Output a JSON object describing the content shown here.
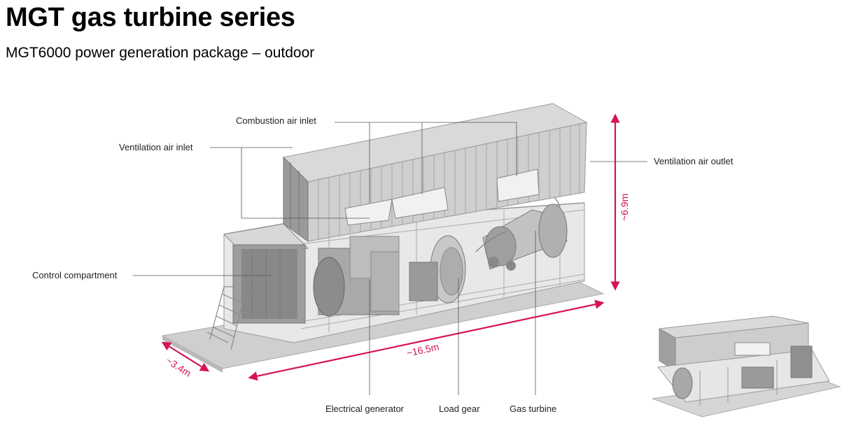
{
  "header": {
    "title": "MGT gas turbine series",
    "subtitle": "MGT6000 power generation package – outdoor"
  },
  "labels": {
    "combustion_air_inlet": "Combustion air inlet",
    "ventilation_air_inlet": "Ventilation air inlet",
    "ventilation_air_outlet": "Ventilation air outlet",
    "control_compartment": "Control compartment",
    "electrical_generator": "Electrical generator",
    "load_gear": "Load gear",
    "gas_turbine": "Gas turbine"
  },
  "dimensions": {
    "length": "~16.5m",
    "width": "~3.4m",
    "height": "~6.9m"
  },
  "colors": {
    "accent": "#d5154f",
    "structure": "#b5b5b5",
    "container": "#c9c9c9"
  }
}
